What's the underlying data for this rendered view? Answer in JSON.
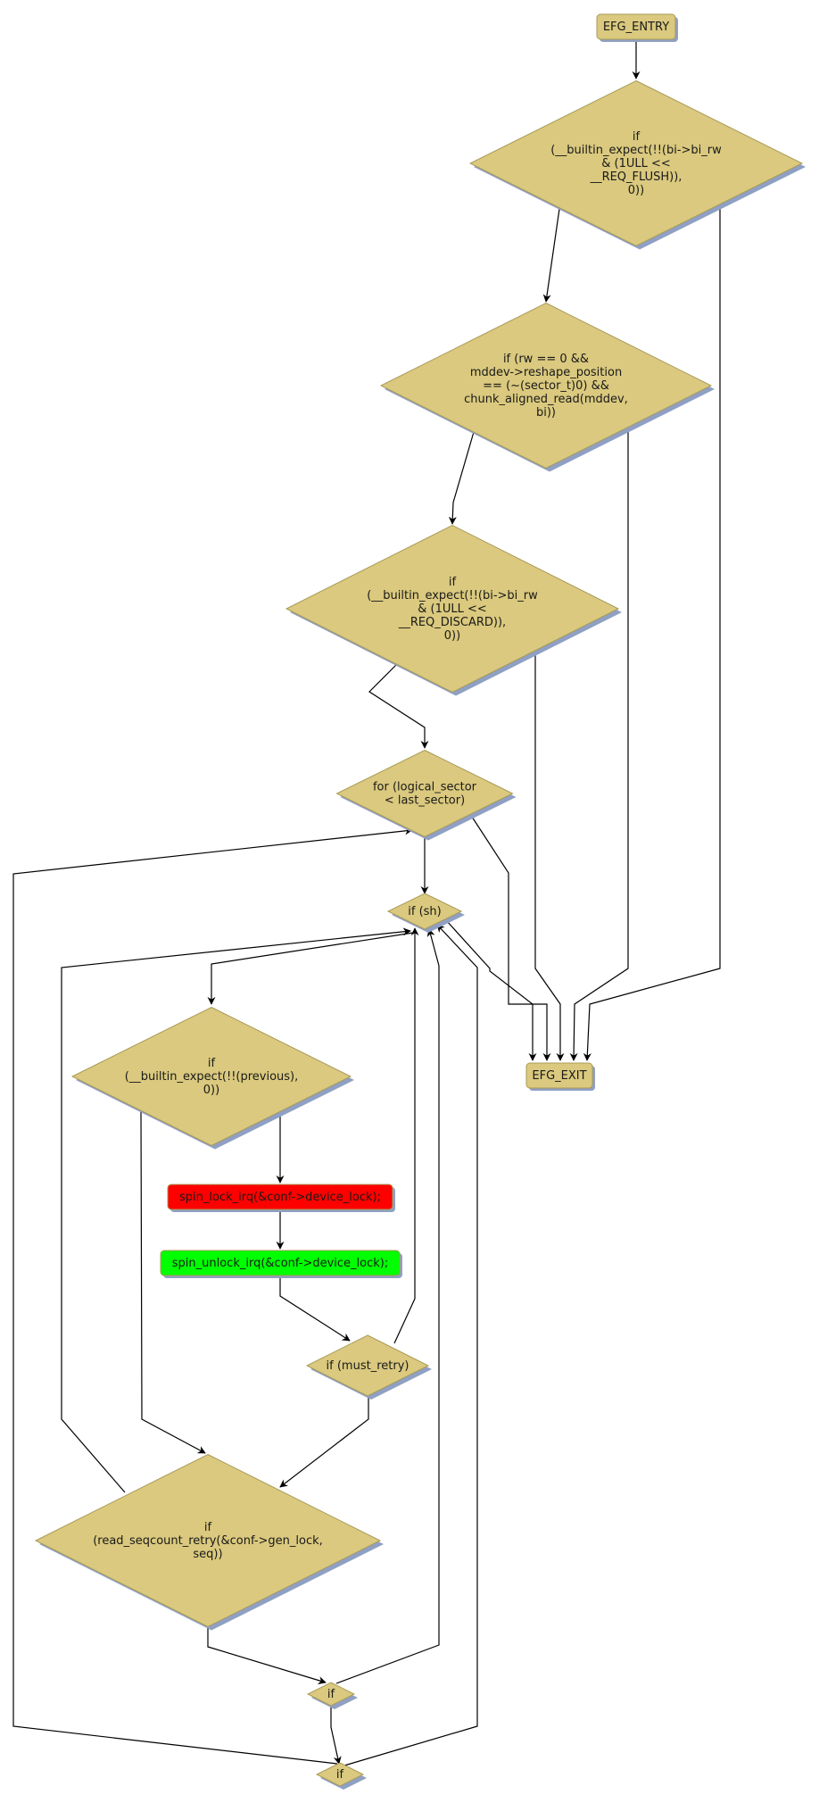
{
  "diagram": {
    "type": "control-flow-graph",
    "colors": {
      "node_fill": "#dac97e",
      "node_border": "#a89a58",
      "shadow": "#8fa0c4",
      "lock_fill": "#ff0000",
      "unlock_fill": "#00ff00",
      "edge": "#000000"
    },
    "nodes": {
      "entry": {
        "label": [
          "EFG_ENTRY"
        ]
      },
      "flush_check": {
        "label": [
          "if",
          "(__builtin_expect(!!(bi->bi_rw",
          "& (1ULL <<",
          "__REQ_FLUSH)),",
          "0))"
        ]
      },
      "aligned_read_check": {
        "label": [
          "if (rw == 0 &&",
          "mddev->reshape_position",
          "== (~(sector_t)0) &&",
          "chunk_aligned_read(mddev,",
          "bi))"
        ]
      },
      "discard_check": {
        "label": [
          "if",
          "(__builtin_expect(!!(bi->bi_rw",
          "& (1ULL <<",
          "__REQ_DISCARD)),",
          "0))"
        ]
      },
      "for_loop": {
        "label": [
          "for (logical_sector",
          "< last_sector)"
        ]
      },
      "if_sh": {
        "label": [
          "if (sh)"
        ]
      },
      "previous_check": {
        "label": [
          "if",
          "(__builtin_expect(!!(previous),",
          "0))"
        ]
      },
      "spin_lock": {
        "label": [
          "spin_lock_irq(&conf->device_lock);"
        ]
      },
      "spin_unlock": {
        "label": [
          "spin_unlock_irq(&conf->device_lock);"
        ]
      },
      "must_retry": {
        "label": [
          "if (must_retry)"
        ]
      },
      "seqcount_retry": {
        "label": [
          "if",
          "(read_seqcount_retry(&conf->gen_lock,",
          "seq))"
        ]
      },
      "if_a": {
        "label": [
          "if"
        ]
      },
      "if_b": {
        "label": [
          "if"
        ]
      },
      "exit": {
        "label": [
          "EFG_EXIT"
        ]
      }
    }
  }
}
